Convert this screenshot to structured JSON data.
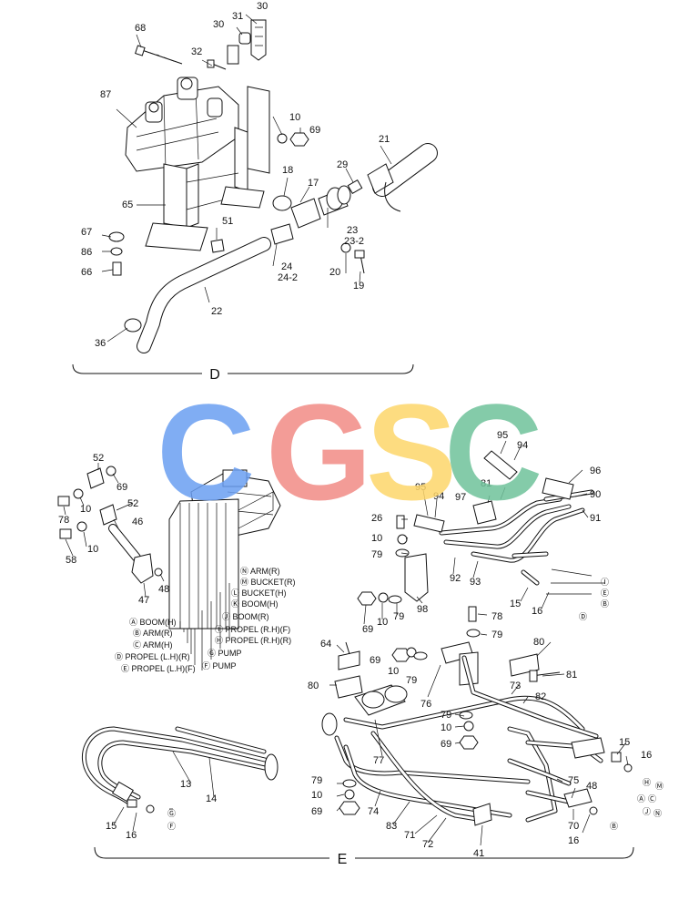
{
  "watermark": {
    "letters": [
      "C",
      "G",
      "S",
      "C"
    ],
    "colors": [
      "#6b9ff2",
      "#f28b85",
      "#fdd66b",
      "#6fc29b"
    ]
  },
  "sections": {
    "d": "D",
    "e": "E"
  },
  "callouts": {
    "c30a": "30",
    "c31": "31",
    "c30b": "30",
    "c68": "68",
    "c32": "32",
    "c87": "87",
    "c10a": "10",
    "c69a": "69",
    "c21": "21",
    "c18": "18",
    "c17": "17",
    "c29": "29",
    "c65": "65",
    "c23": "23",
    "c23_2": "23-2",
    "c51": "51",
    "c67": "67",
    "c86": "86",
    "c66": "66",
    "c24": "24",
    "c24_2": "24-2",
    "c20": "20",
    "c19": "19",
    "c22": "22",
    "c36": "36",
    "c52a": "52",
    "c69b": "69",
    "c78a": "78",
    "c10b": "10",
    "c52b": "52",
    "c46": "46",
    "c10c": "10",
    "c58": "58",
    "c48a": "48",
    "c47": "47",
    "c95a": "95",
    "c94a": "94",
    "c96": "96",
    "c90": "90",
    "c91": "91",
    "c95b": "95",
    "c94b": "94",
    "c97": "97",
    "c81a": "81",
    "c26": "26",
    "c10d": "10",
    "c79a": "79",
    "c92": "92",
    "c93": "93",
    "c15a": "15",
    "c16a": "16",
    "c98": "98",
    "c69c": "69",
    "c10e": "10",
    "c79b": "79",
    "c78b": "78",
    "c79c": "79",
    "c64": "64",
    "c69d": "69",
    "c10f": "10",
    "c79d": "79",
    "c80a": "80",
    "c80b": "80",
    "c81b": "81",
    "c73": "73",
    "c82": "82",
    "c76": "76",
    "c79e": "79",
    "c10g": "10",
    "c69e": "69",
    "c77": "77",
    "c15b": "15",
    "c16b": "16",
    "c75": "75",
    "c48b": "48",
    "c79f": "79",
    "c10h": "10",
    "c69f": "69",
    "c74": "74",
    "c83": "83",
    "c71": "71",
    "c72": "72",
    "c70": "70",
    "c16c": "16",
    "c41": "41",
    "c13": "13",
    "c14": "14",
    "c15c": "15",
    "c16d": "16"
  },
  "ports": {
    "n": "Ⓝ ARM(R)",
    "m": "Ⓜ BUCKET(R)",
    "l": "Ⓛ BUCKET(H)",
    "k": "Ⓚ BOOM(H)",
    "j": "Ⓙ BOOM(R)",
    "i": "Ⓘ PROPEL (R.H)(F)",
    "h": "Ⓗ PROPEL (R.H)(R)",
    "g": "Ⓖ PUMP",
    "f": "Ⓕ PUMP",
    "a": "Ⓐ BOOM(H)",
    "b": "Ⓑ ARM(R)",
    "c": "Ⓒ ARM(H)",
    "d": "Ⓓ PROPEL (L.H)(R)",
    "e": "Ⓔ PROPEL (L.H)(F)"
  },
  "port_tags": {
    "t1": "Ⓘ",
    "t2": "Ⓔ",
    "t3": "Ⓑ",
    "t4": "Ⓓ",
    "t5": "Ⓗ",
    "t6": "Ⓜ",
    "t7": "Ⓐ",
    "t8": "Ⓒ",
    "t9": "Ⓙ",
    "t10": "Ⓝ",
    "t11": "Ⓑ",
    "t12": "Ⓖ",
    "t13": "Ⓕ"
  }
}
